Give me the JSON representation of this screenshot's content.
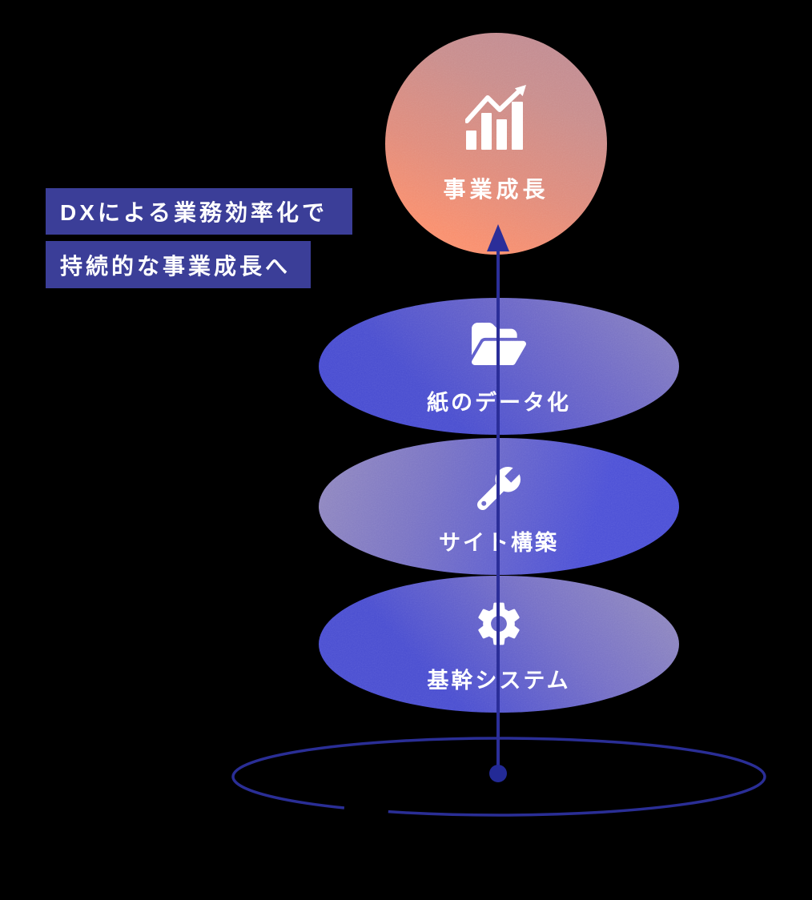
{
  "headline": {
    "line1": "DXによる業務効率化で",
    "line2": "持続的な事業成長へ"
  },
  "goal": {
    "label": "事業成長",
    "icon": "bar-chart-growth-icon"
  },
  "stages": [
    {
      "label": "紙のデータ化",
      "icon": "open-folder-icon"
    },
    {
      "label": "サイト構築",
      "icon": "wrench-icon"
    },
    {
      "label": "基幹システム",
      "icon": "gear-icon"
    }
  ],
  "colors": {
    "background": "#000000",
    "headline_box": "#3b3e98",
    "headline_text": "#ffffff",
    "goal_gradient_top": "#bd8b95",
    "goal_gradient_bottom": "#f98f6e",
    "stage_gradient_light": "#938abf",
    "stage_gradient_vivid": "#4a4ed2",
    "flow_line": "#2b2e99",
    "base_ellipse_stroke": "#2a2e96",
    "label_text": "#ffffff"
  }
}
